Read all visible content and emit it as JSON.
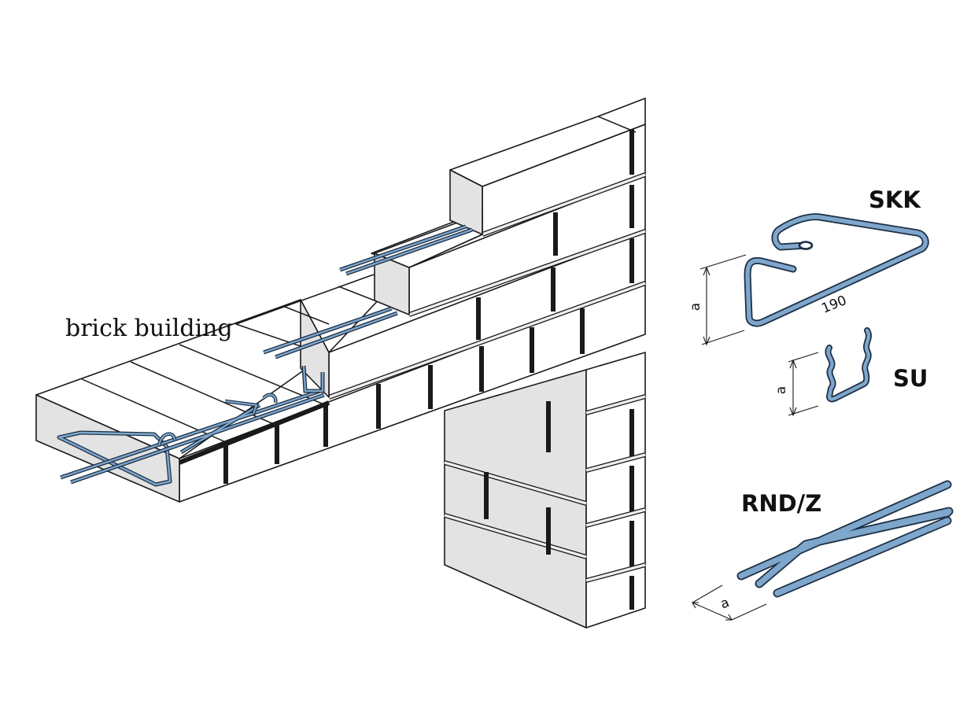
{
  "caption": "brick building",
  "labels": {
    "skk": "SKK",
    "su": "SU",
    "rndz": "RND/Z",
    "skk_length": "190",
    "skk_a": "a",
    "su_a": "a",
    "rndz_a": "a"
  },
  "colors": {
    "wire_fill": "#7fa6cb",
    "wire_outline": "#1c2e44",
    "brick_face": "#ffffff",
    "brick_shade": "#e3e3e3",
    "outline": "#1a1a1a"
  }
}
